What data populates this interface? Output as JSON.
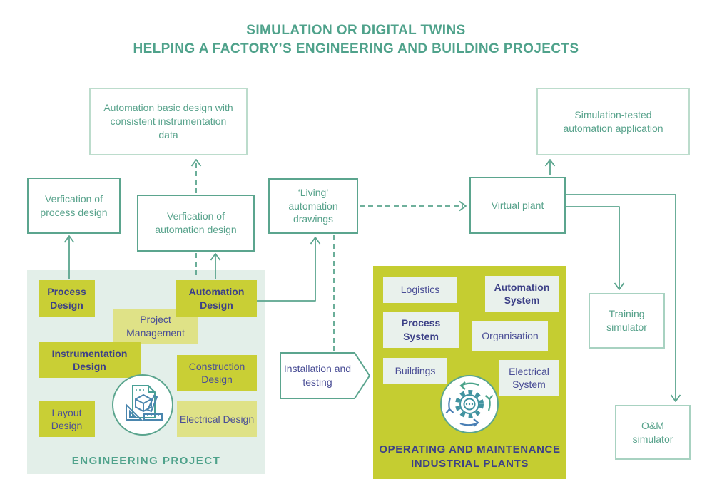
{
  "title": {
    "line1": "SIMULATION OR DIGITAL TWINS",
    "line2": "HELPING A FACTORY’S ENGINEERING AND BUILDING PROJECTS"
  },
  "colors": {
    "teal_text": "#57A28B",
    "teal_border": "#5BA58E",
    "teal_border_light": "#BCDCCC",
    "purple_text": "#4A4E96",
    "purple_bold": "#3D4187",
    "yellow_strong": "#C9CF35",
    "yellow_panel": "#C5CD31",
    "yellow_light": "#DFE287",
    "mint_panel": "#E3EFE9",
    "mint_box": "#E9F1EC"
  },
  "flow": {
    "automation_basic": "Automation basic design with consistent instrumentation data",
    "verification_process": "Verfication of process design",
    "verification_automation": "Verfication of automation design",
    "living_drawings": "‘Living’ automation drawings",
    "virtual_plant": "Virtual plant",
    "simulation_tested": "Simulation-tested automation application",
    "training_simulator": "Training simulator",
    "om_simulator": "O&M simulator",
    "installation": "Installation and testing"
  },
  "engineering": {
    "title": "ENGINEERING PROJECT",
    "boxes": {
      "process": "Process Design",
      "automation": "Automation Design",
      "project_mgmt": "Project Management",
      "instrumentation": "Instrumentation Design",
      "construction": "Construction Design",
      "layout": "Layout Design",
      "electrical": "Electrical Design"
    },
    "icon": "blueprint-design-icon"
  },
  "operations": {
    "title_line1": "OPERATING AND MAINTENANCE",
    "title_line2": "INDUSTRIAL PLANTS",
    "boxes": {
      "logistics": "Logistics",
      "automation_system": "Automation System",
      "process_system": "Process System",
      "organisation": "Organisation",
      "buildings": "Buildings",
      "electrical_system": "Electrical System"
    },
    "icon": "gear-cycle-icon"
  }
}
